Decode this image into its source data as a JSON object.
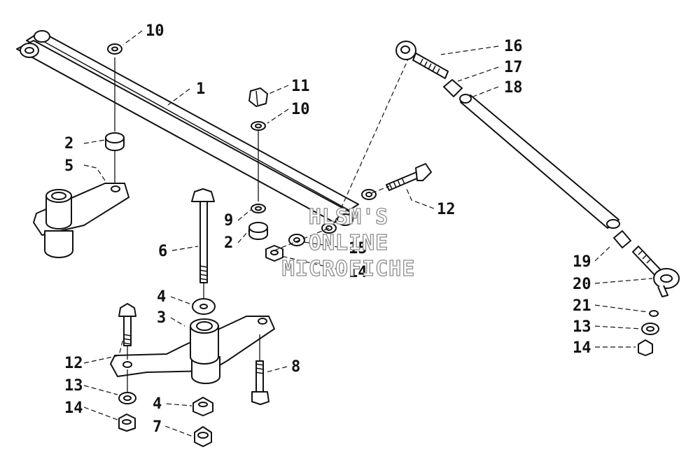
{
  "labels": {
    "l1": "1",
    "l2a": "2",
    "l2b": "2",
    "l3": "3",
    "l4a": "4",
    "l4b": "4",
    "l5": "5",
    "l6": "6",
    "l7": "7",
    "l8": "8",
    "l9": "9",
    "l10a": "10",
    "l10b": "10",
    "l11": "11",
    "l12a": "12",
    "l12b": "12",
    "l13a": "13",
    "l13b": "13",
    "l14a": "14",
    "l14b": "14",
    "l14c": "14",
    "l15": "15",
    "l16": "16",
    "l17": "17",
    "l18": "18",
    "l19": "19",
    "l20": "20",
    "l21": "21"
  },
  "watermark": {
    "line1": "HLSM'S",
    "line2": "ONLINE",
    "line3": "MICROFICHE"
  }
}
